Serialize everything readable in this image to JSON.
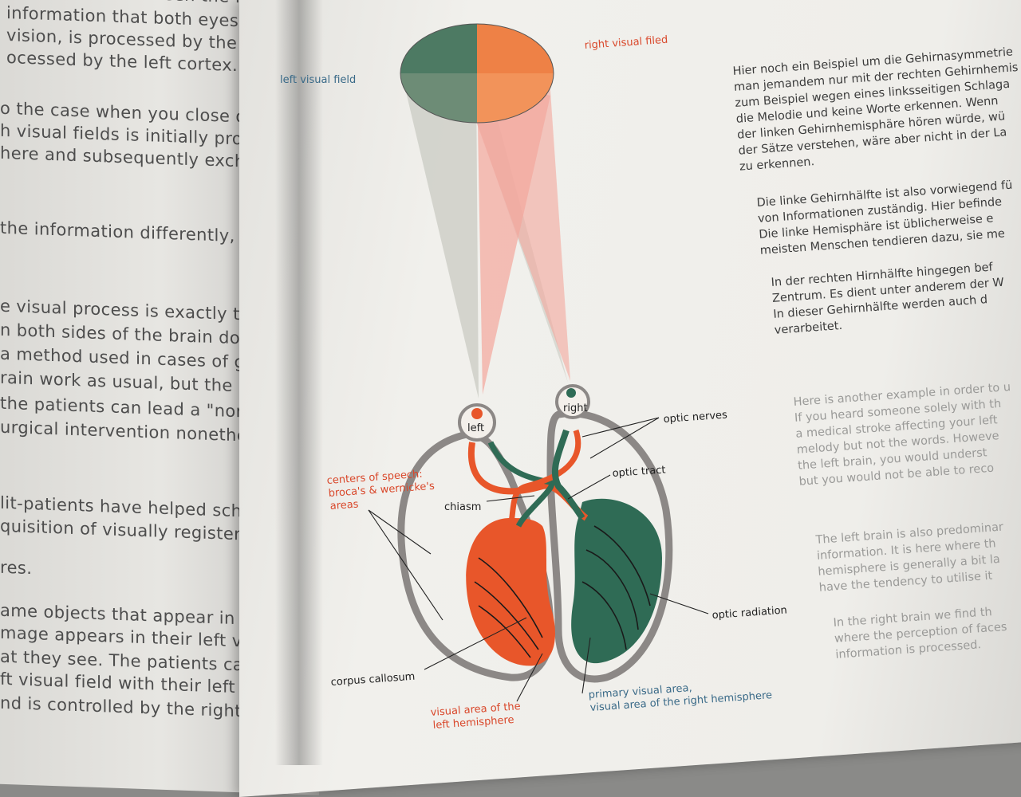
{
  "left_page": {
    "lines": [
      "a separation between the fun",
      "information that both eyes re",
      "vision, is processed by the right",
      "ocessed by the left cortex.",
      "o the case when you close one",
      "h visual fields is initially proce",
      "here and subsequently exchange",
      "the information differently, while",
      "e visual process is exactly the sa",
      "n both sides of the brain does not",
      "a method used in cases of grave",
      "rain work as usual, but the inform",
      "the patients can lead a \"normal\"",
      "urgical intervention nonetheless ca",
      "lit-patients have helped scholars to",
      "quisition of visually registered info",
      "res.",
      "ame objects that appear in their right",
      "mage appears in their left visual field,",
      "at they see. The patients can draw",
      "ft visual field with their left hand ve",
      "nd is controlled by the right brain."
    ]
  },
  "right_page": {
    "german": [
      [
        "Hier noch ein Beispiel um die Gehirnasymmetrie",
        "man jemandem nur mit der rechten Gehirnhemis",
        "zum Beispiel wegen eines linksseitigen Schlaga",
        "die Melodie und keine Worte erkennen. Wenn",
        "der linken Gehirnhemisphäre hören würde, wü",
        "der Sätze verstehen, wäre aber nicht in der La",
        "zu erkennen."
      ],
      [
        "Die linke Gehirnhälfte ist also vorwiegend fü",
        "von Informationen zuständig. Hier befinde",
        "Die linke Hemisphäre ist üblicherweise e",
        "meisten Menschen tendieren dazu, sie me"
      ],
      [
        "In der rechten Hirnhälfte hingegen bef",
        "Zentrum. Es dient unter anderem der W",
        "In dieser Gehirnhälfte werden auch d",
        "verarbeitet."
      ]
    ],
    "english": [
      [
        "Here is another example in order to u",
        "If you heard someone solely with th",
        "a medical stroke affecting your left",
        "melody but not the words. Howeve",
        "the left brain, you would underst",
        "but you would not be able to reco"
      ],
      [
        "The left brain is also predominar",
        "information. It is here where th",
        "hemisphere is generally a bit la",
        "have the tendency to utilise it"
      ],
      [
        "In the right brain we find th",
        "where the perception of faces",
        "information is processed."
      ]
    ]
  },
  "diagram": {
    "labels": {
      "left_visual_field": "left visual field",
      "right_visual_field": "right visual filed",
      "left_eye": "left",
      "right_eye": "right",
      "optic_nerves": "optic nerves",
      "optic_tract": "optic tract",
      "chiasm": "chiasm",
      "centers_speech_1": "centers of speech:",
      "centers_speech_2": "broca's & wernicke's",
      "centers_speech_3": "areas",
      "optic_radiation": "optic radiation",
      "corpus_callosum": "corpus callosum",
      "visual_left_1": "visual area of the",
      "visual_left_2": "left hemisphere",
      "primary_visual_1": "primary visual area,",
      "primary_visual_2": "visual area of the right hemisphere"
    },
    "colors": {
      "green": "#2f6b55",
      "orange": "#e8562a",
      "field_green": "#4d7a63",
      "field_orange": "#f08a4e",
      "red_label": "#d9482b",
      "blue_label": "#3a6a88",
      "outline": "#8c8886"
    }
  }
}
